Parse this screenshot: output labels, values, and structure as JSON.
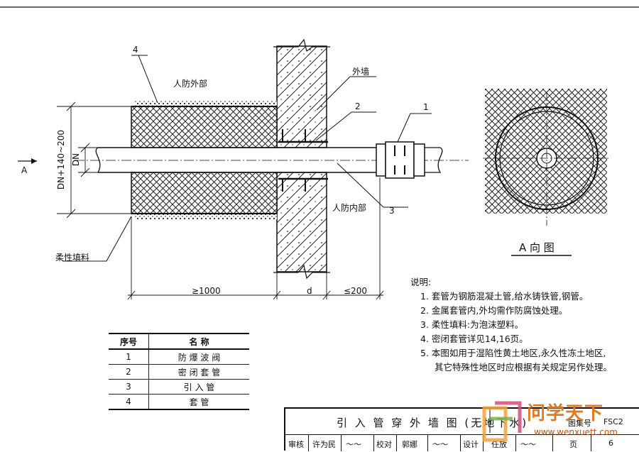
{
  "labels": {
    "item4": "4",
    "outside_zone": "人防外部",
    "outer_wall": "外墙",
    "item2": "2",
    "item1": "1",
    "item3": "3",
    "inside_zone": "人防内部",
    "arrow_a": "A",
    "dim_sleeve": "DN+140~200",
    "dim_dn": "DN",
    "flexible_filler": "柔性填料",
    "dim_outside": "≥1000",
    "dim_d": "d",
    "dim_inside": "≤200",
    "view_a": "A 向 图"
  },
  "notes": {
    "title": "说明:",
    "items": [
      "1.  套管为钢筋混凝土管,给水铸铁管,钢管。",
      "2.  金属套管内,外均需作防腐蚀处理。",
      "3.  柔性填料:为泡沫塑料。",
      "4.  密闭套管详见14,16页。",
      "5.  本图如用于湿陷性黄土地区,永久性冻土地区,",
      "其它特殊性地区时应根据有关规定另作处理。"
    ]
  },
  "parts_table": {
    "header": [
      "序号",
      "名    称"
    ],
    "rows": [
      [
        "1",
        "防 爆 波 阀"
      ],
      [
        "2",
        "密 闭 套 管"
      ],
      [
        "3",
        "引 入 管"
      ],
      [
        "4",
        "套 管"
      ]
    ]
  },
  "title_block": {
    "title": "引 入 管 穿 外 墙 图 (无地下水)",
    "drawing_no_label": "图集号",
    "drawing_no": "FSC2",
    "review_label": "审核",
    "reviewer": "许为民",
    "check_label": "校对",
    "checker": "郭娜",
    "design_label": "设计",
    "designer": "任放",
    "page_label": "页",
    "page": "6"
  },
  "watermark": {
    "name": "问学天下",
    "url": "www.wenxuett.com"
  }
}
